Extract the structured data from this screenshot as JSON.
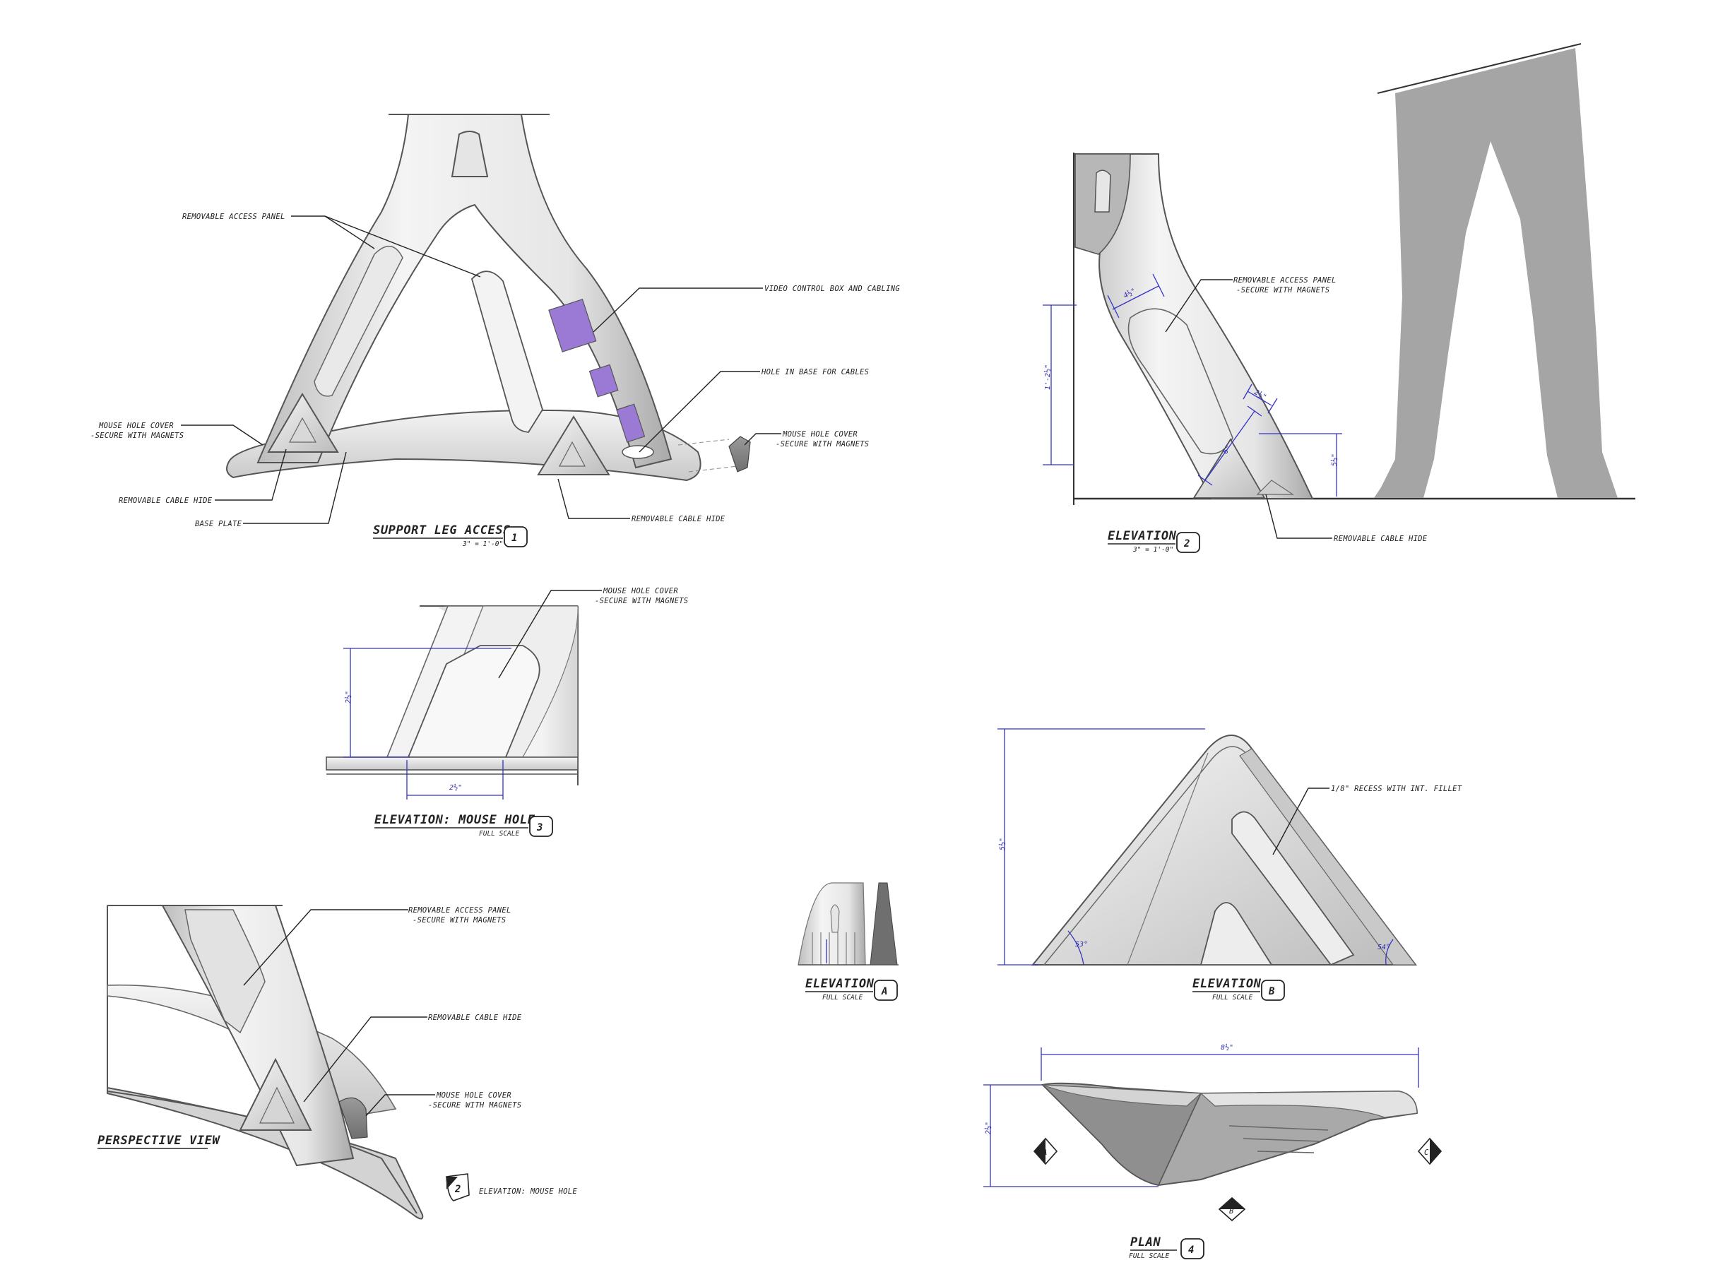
{
  "colors": {
    "ink": "#222222",
    "dimension": "#3434c4",
    "body_light": "#f2f2f2",
    "body_mid": "#cfcfcf",
    "body_dark": "#9a9a9a",
    "figure": "#a5a5a5",
    "purple": "#9b7ad6"
  },
  "notes": {
    "n1": "REMOVABLE ACCESS PANEL",
    "n2": "VIDEO CONTROL BOX AND CABLING",
    "n3": "HOLE IN BASE FOR CABLES",
    "n4a": "MOUSE HOLE COVER",
    "n4b": "-SECURE WITH MAGNETS",
    "n5a": "MOUSE HOLE COVER",
    "n5b": "-SECURE WITH MAGNETS",
    "n6": "REMOVABLE CABLE HIDE",
    "n7": "BASE PLATE",
    "n8": "REMOVABLE CABLE HIDE",
    "n9a": "REMOVABLE ACCESS PANEL",
    "n9b": "-SECURE WITH MAGNETS",
    "n10": "REMOVABLE CABLE HIDE",
    "n11a": "MOUSE HOLE COVER",
    "n11b": "-SECURE WITH MAGNETS",
    "n12": "1/8\" RECESS WITH INT. FILLET",
    "n13a": "REMOVABLE ACCESS PANEL",
    "n13b": "-SECURE WITH MAGNETS",
    "n14": "REMOVABLE CABLE HIDE",
    "n15a": "MOUSE HOLE COVER",
    "n15b": "-SECURE WITH MAGNETS",
    "n16": "ELEVATION: MOUSE HOLE"
  },
  "titles": {
    "t1": {
      "name": "SUPPORT LEG ACCESS",
      "scale": "3\" = 1'-0\"",
      "num": "1"
    },
    "t2": {
      "name": "ELEVATION",
      "scale": "3\" = 1'-0\"",
      "num": "2"
    },
    "t3": {
      "name": "ELEVATION: MOUSE HOLE",
      "scale": "FULL SCALE",
      "num": "3"
    },
    "tp": {
      "name": "PERSPECTIVE VIEW"
    },
    "ta": {
      "name": "ELEVATION",
      "scale": "FULL SCALE",
      "num": "A"
    },
    "tb": {
      "name": "ELEVATION",
      "scale": "FULL SCALE",
      "num": "B"
    },
    "t4": {
      "name": "PLAN",
      "scale": "FULL SCALE",
      "num": "4"
    }
  },
  "dims": {
    "d1": "4½\"",
    "d2": "1'-2½\"",
    "d3": "2½\"",
    "d4": "6\"",
    "d5": "5½\"",
    "d6": "2½\"",
    "d7": "2½\"",
    "d8": "5½\"",
    "d9": "53°",
    "d10": "54°",
    "d11": "8½\"",
    "d12": "2½\""
  },
  "markers": {
    "cut2": "2",
    "secA": "A",
    "secB": "B",
    "secC": "C"
  }
}
